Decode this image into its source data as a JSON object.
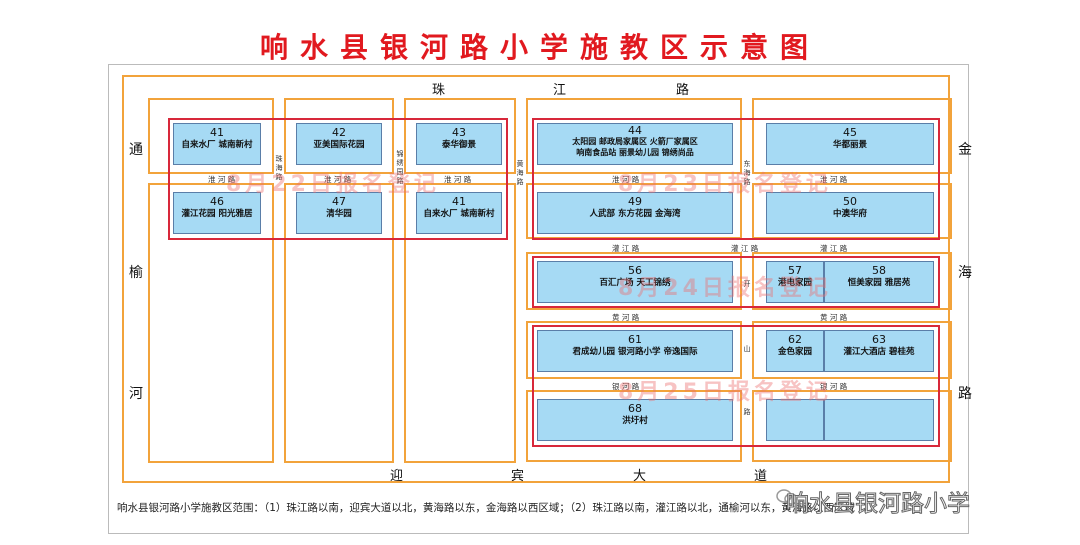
{
  "title": "响水县银河路小学施教区示意图",
  "roads": {
    "north": [
      "珠",
      "江",
      "路"
    ],
    "south": [
      "迎",
      "宾",
      "大",
      "道"
    ],
    "west": [
      "通",
      "榆",
      "河"
    ],
    "east": [
      "金",
      "海",
      "路"
    ],
    "internal": {
      "zhuhai": "珠\n海\n路",
      "jinxiu": "锦\n绣\n园\n路",
      "huanghai": "黄\n海\n路",
      "donghai": "东\n海\n路",
      "kaishan": "开",
      "shan": "山",
      "lu": "路",
      "huaihe1": "淮 河 路",
      "huaihe2": "淮 河 路",
      "huaihe3": "淮 河 路",
      "huaihe4": "淮 河 路",
      "huaihe5": "淮 河 路",
      "guanjiang1": "灌 江 路",
      "guanjiang2": "灌 江 路",
      "guanjiang3": "灌 江 路",
      "huanghe1": "黄 河 路",
      "huanghe2": "黄 河 路",
      "yinhe1": "银 河 路",
      "yinhe2": "银 河 路"
    }
  },
  "blocks": [
    {
      "id": "b41a",
      "num": "41",
      "name": "自来水厂 城南新村"
    },
    {
      "id": "b42",
      "num": "42",
      "name": "亚美国际花园"
    },
    {
      "id": "b43",
      "num": "43",
      "name": "泰华御景"
    },
    {
      "id": "b44",
      "num": "44",
      "name": "太阳园  邮政局家属区 火箭厂家属区\n响南食品站   丽景幼儿园   锦绣尚品"
    },
    {
      "id": "b45",
      "num": "45",
      "name": "华都丽景"
    },
    {
      "id": "b46",
      "num": "46",
      "name": "灌江花园 阳光雅居"
    },
    {
      "id": "b47",
      "num": "47",
      "name": "清华园"
    },
    {
      "id": "b41b",
      "num": "41",
      "name": "自来水厂 城南新村"
    },
    {
      "id": "b49",
      "num": "49",
      "name": "人武部   东方花园   金海湾"
    },
    {
      "id": "b50",
      "num": "50",
      "name": "中澳华府"
    },
    {
      "id": "b56",
      "num": "56",
      "name": "百汇广场   天工锦绣"
    },
    {
      "id": "b57",
      "num": "57",
      "name": "港电家园"
    },
    {
      "id": "b58",
      "num": "58",
      "name": "恒美家园  雅居苑"
    },
    {
      "id": "b61",
      "num": "61",
      "name": "君成幼儿园  银河路小学  帝逸国际"
    },
    {
      "id": "b62",
      "num": "62",
      "name": "金色家园"
    },
    {
      "id": "b63",
      "num": "63",
      "name": "灌江大酒店 碧桂苑"
    },
    {
      "id": "b68",
      "num": "68",
      "name": "洪圩村"
    }
  ],
  "registrations": [
    "8月22日报名登记",
    "8月23日报名登记",
    "8月24日报名登记",
    "8月25日报名登记"
  ],
  "footer": "响水县银河路小学施教区范围：（1）珠江路以南，迎宾大道以北，黄海路以东，金海路以西区域；（2）珠江路以南，灌江路以北，通榆河以东，黄海路以西区域",
  "watermark": "响水县银河路小学",
  "colors": {
    "title": "#e1191f",
    "road_frame": "#f2a33b",
    "zone": "#d8283a",
    "block": "#a6daf4"
  }
}
